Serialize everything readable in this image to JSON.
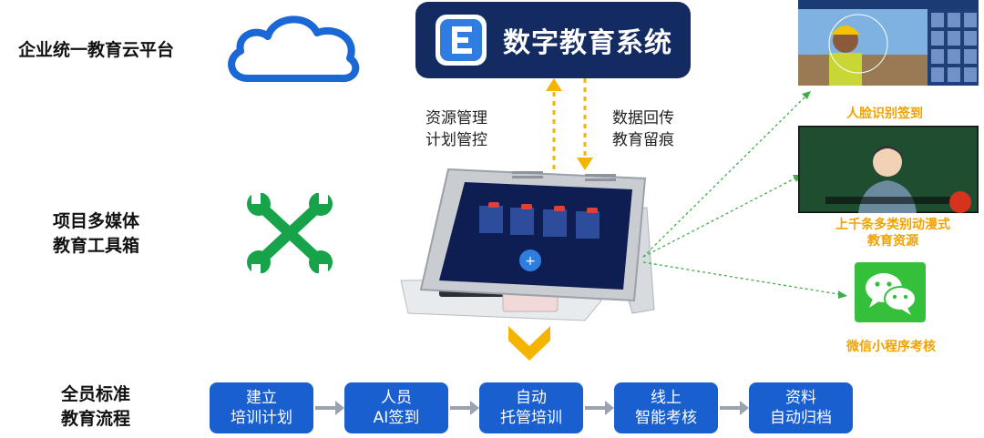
{
  "left_labels": {
    "cloud": "企业统一教育云平台",
    "toolbox": [
      "项目多媒体",
      "教育工具箱"
    ],
    "process": [
      "全员标准",
      "教育流程"
    ]
  },
  "system": {
    "title": "数字教育系统"
  },
  "arrows": {
    "up_text": [
      "资源管理",
      "计划管控"
    ],
    "down_text": [
      "数据回传",
      "教育留痕"
    ]
  },
  "features": {
    "face": "人脸识别签到",
    "animation": [
      "上千条多类别动漫式",
      "教育资源"
    ],
    "wechat": "微信小程序考核"
  },
  "flow": [
    {
      "line1": "建立",
      "line2": "培训计划"
    },
    {
      "line1": "人员",
      "line2": "AI签到"
    },
    {
      "line1": "自动",
      "line2": "托管培训"
    },
    {
      "line1": "线上",
      "line2": "智能考核"
    },
    {
      "line1": "资料",
      "line2": "自动归档"
    }
  ],
  "colors": {
    "brand_navy": "#142b62",
    "flow_blue": "#1a5fd0",
    "cloud_blue": "#1a67d6",
    "tool_green": "#16a34a",
    "highlight_orange": "#f2a200",
    "arrow_yellow": "#f4b400",
    "wechat_green": "#35c03b"
  },
  "icons": {
    "cloud": "cloud-icon",
    "toolbox": "crossed-wrenches-icon",
    "brand": "e-logo-icon",
    "wechat": "wechat-icon",
    "down": "chevron-down-icon"
  }
}
